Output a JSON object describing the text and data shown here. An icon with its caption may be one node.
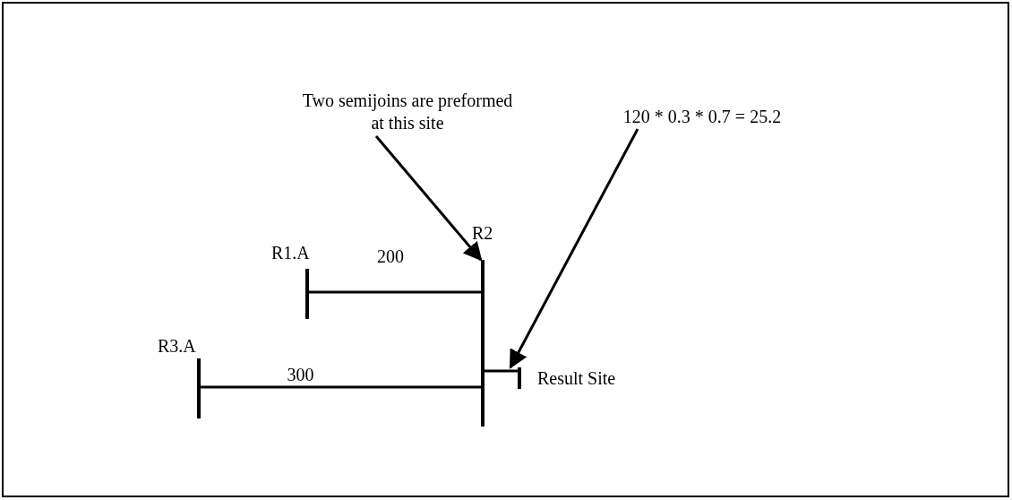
{
  "diagram": {
    "nodes": [
      {
        "text": [],
        "shape": "bar",
        "beside": [
          "R1.A"
        ]
      },
      {
        "text": [],
        "shape": "bar",
        "beside": [
          "R2"
        ]
      },
      {
        "text": [],
        "shape": "bar",
        "beside": [
          "R3.A"
        ]
      },
      {
        "text": [],
        "shape": "bar",
        "beside": [
          "Result Site"
        ]
      },
      {
        "text": [
          "Two semijoins are preformed at this site"
        ]
      },
      {
        "text": [
          "120 * 0.3 * 0.7 = 25.2"
        ]
      }
    ],
    "edges": [
      {
        "from": 0,
        "to": 1,
        "arrow": "none",
        "label": "200"
      },
      {
        "from": 2,
        "to": 1,
        "arrow": "none",
        "label": "300"
      },
      {
        "from": 1,
        "to": 3,
        "arrow": "none"
      },
      {
        "from": 4,
        "to": 1,
        "arrow": "to"
      },
      {
        "from": 5,
        "to": 3,
        "arrow": "to"
      }
    ]
  }
}
